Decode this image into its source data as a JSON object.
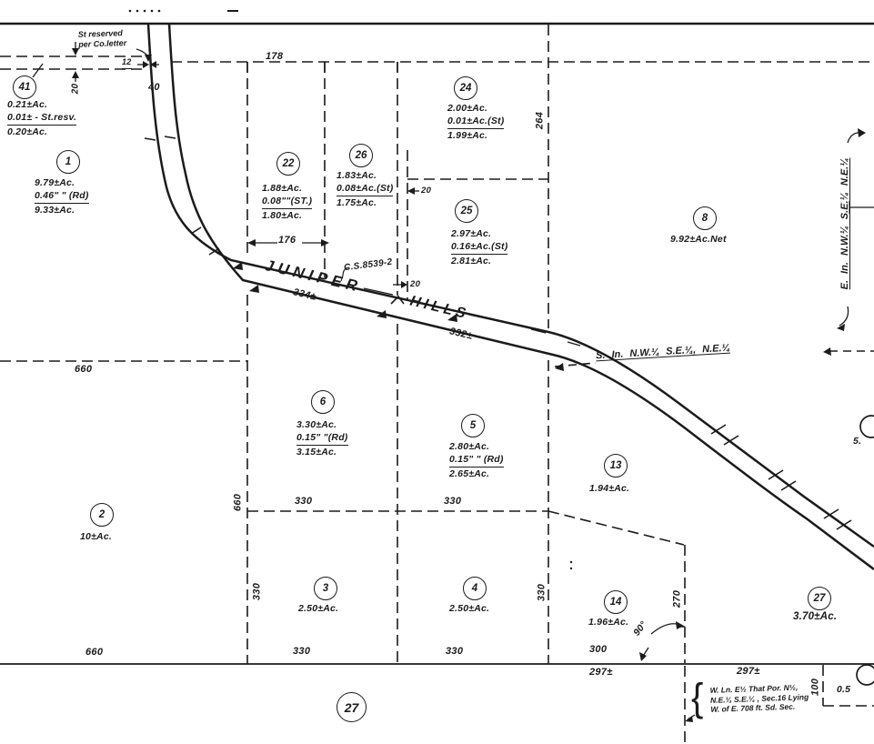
{
  "colors": {
    "ink": "#1b1b1b",
    "paper": "#ffffff"
  },
  "road": {
    "name_first": "JUNIPER",
    "name_second": "HILLS",
    "survey_marker": "C.S.8539-2",
    "width_label": "40",
    "seg_first_len": "334±",
    "seg_second_len": "332±"
  },
  "parcels": {
    "p41": {
      "num": "41",
      "l1": "0.21±Ac.",
      "l2": "0.01± - St.resv.",
      "l3": "0.20±Ac."
    },
    "p1": {
      "num": "1",
      "l1": "9.79±Ac.",
      "l2": "0.46\" \" (Rd)",
      "l3": "9.33±Ac."
    },
    "p22": {
      "num": "22",
      "l1": "1.88±Ac.",
      "l2": "0.08\"\"(ST.)",
      "l3": "1.80±Ac."
    },
    "p26": {
      "num": "26",
      "l1": "1.83±Ac.",
      "l2": "0.08±Ac.(St)",
      "l3": "1.75±Ac."
    },
    "p24": {
      "num": "24",
      "l1": "2.00±Ac.",
      "l2": "0.01±Ac.(St)",
      "l3": "1.99±Ac."
    },
    "p25": {
      "num": "25",
      "l1": "2.97±Ac.",
      "l2": "0.16±Ac.(St)",
      "l3": "2.81±Ac."
    },
    "p8": {
      "num": "8",
      "l1": "9.92±Ac.Net"
    },
    "p6": {
      "num": "6",
      "l1": "3.30±Ac.",
      "l2": "0.15\" \"(Rd)",
      "l3": "3.15±Ac."
    },
    "p5": {
      "num": "5",
      "l1": "2.80±Ac.",
      "l2": "0.15\" \" (Rd)",
      "l3": "2.65±Ac."
    },
    "p13": {
      "num": "13",
      "l1": "1.94±Ac."
    },
    "p2": {
      "num": "2",
      "l1": "10±Ac."
    },
    "p3": {
      "num": "3",
      "l1": "2.50±Ac."
    },
    "p4": {
      "num": "4",
      "l1": "2.50±Ac."
    },
    "p14": {
      "num": "14",
      "l1": "1.96±Ac."
    },
    "p27": {
      "num": "27",
      "l1": "3.70±Ac."
    },
    "p27b": {
      "num": "27"
    },
    "edge_right": {
      "partial": "5."
    },
    "edge_corner": {
      "partial": "0.5"
    }
  },
  "dims": {
    "d178": "178",
    "d176": "176",
    "d660_mid": "660",
    "d660_bot": "660",
    "d660_v": "660",
    "d330_mid_a": "330",
    "d330_mid_b": "330",
    "d330_bot_a": "330",
    "d330_bot_b": "330",
    "d330_v_a": "330",
    "d330_v_b": "330",
    "d300": "300",
    "d297_a": "297±",
    "d297_b": "297±",
    "d264": "264",
    "d270": "270",
    "d100": "100",
    "d40": "40",
    "d20_v": "20",
    "d20_a": "20",
    "d20_b": "20",
    "d12": "12",
    "d90": "90°",
    "d334": "334±",
    "d332": "332±"
  },
  "notes": {
    "street_1": "St reserved",
    "street_2": "per Co.letter",
    "sec_s": "S. In. N.W.¼  S.E.¼, N.E.¼",
    "sec_e": "E. In. N.W.¼  S.E.¼  N.E.¼",
    "corner_1": "W. Ln. E½ That Por. N½,",
    "corner_2": "N.E.¼  S.E.¼ , Sec.16 Lying",
    "corner_3": "W. of E. 708 ft.  Sd. Sec.",
    "brace": "{"
  }
}
